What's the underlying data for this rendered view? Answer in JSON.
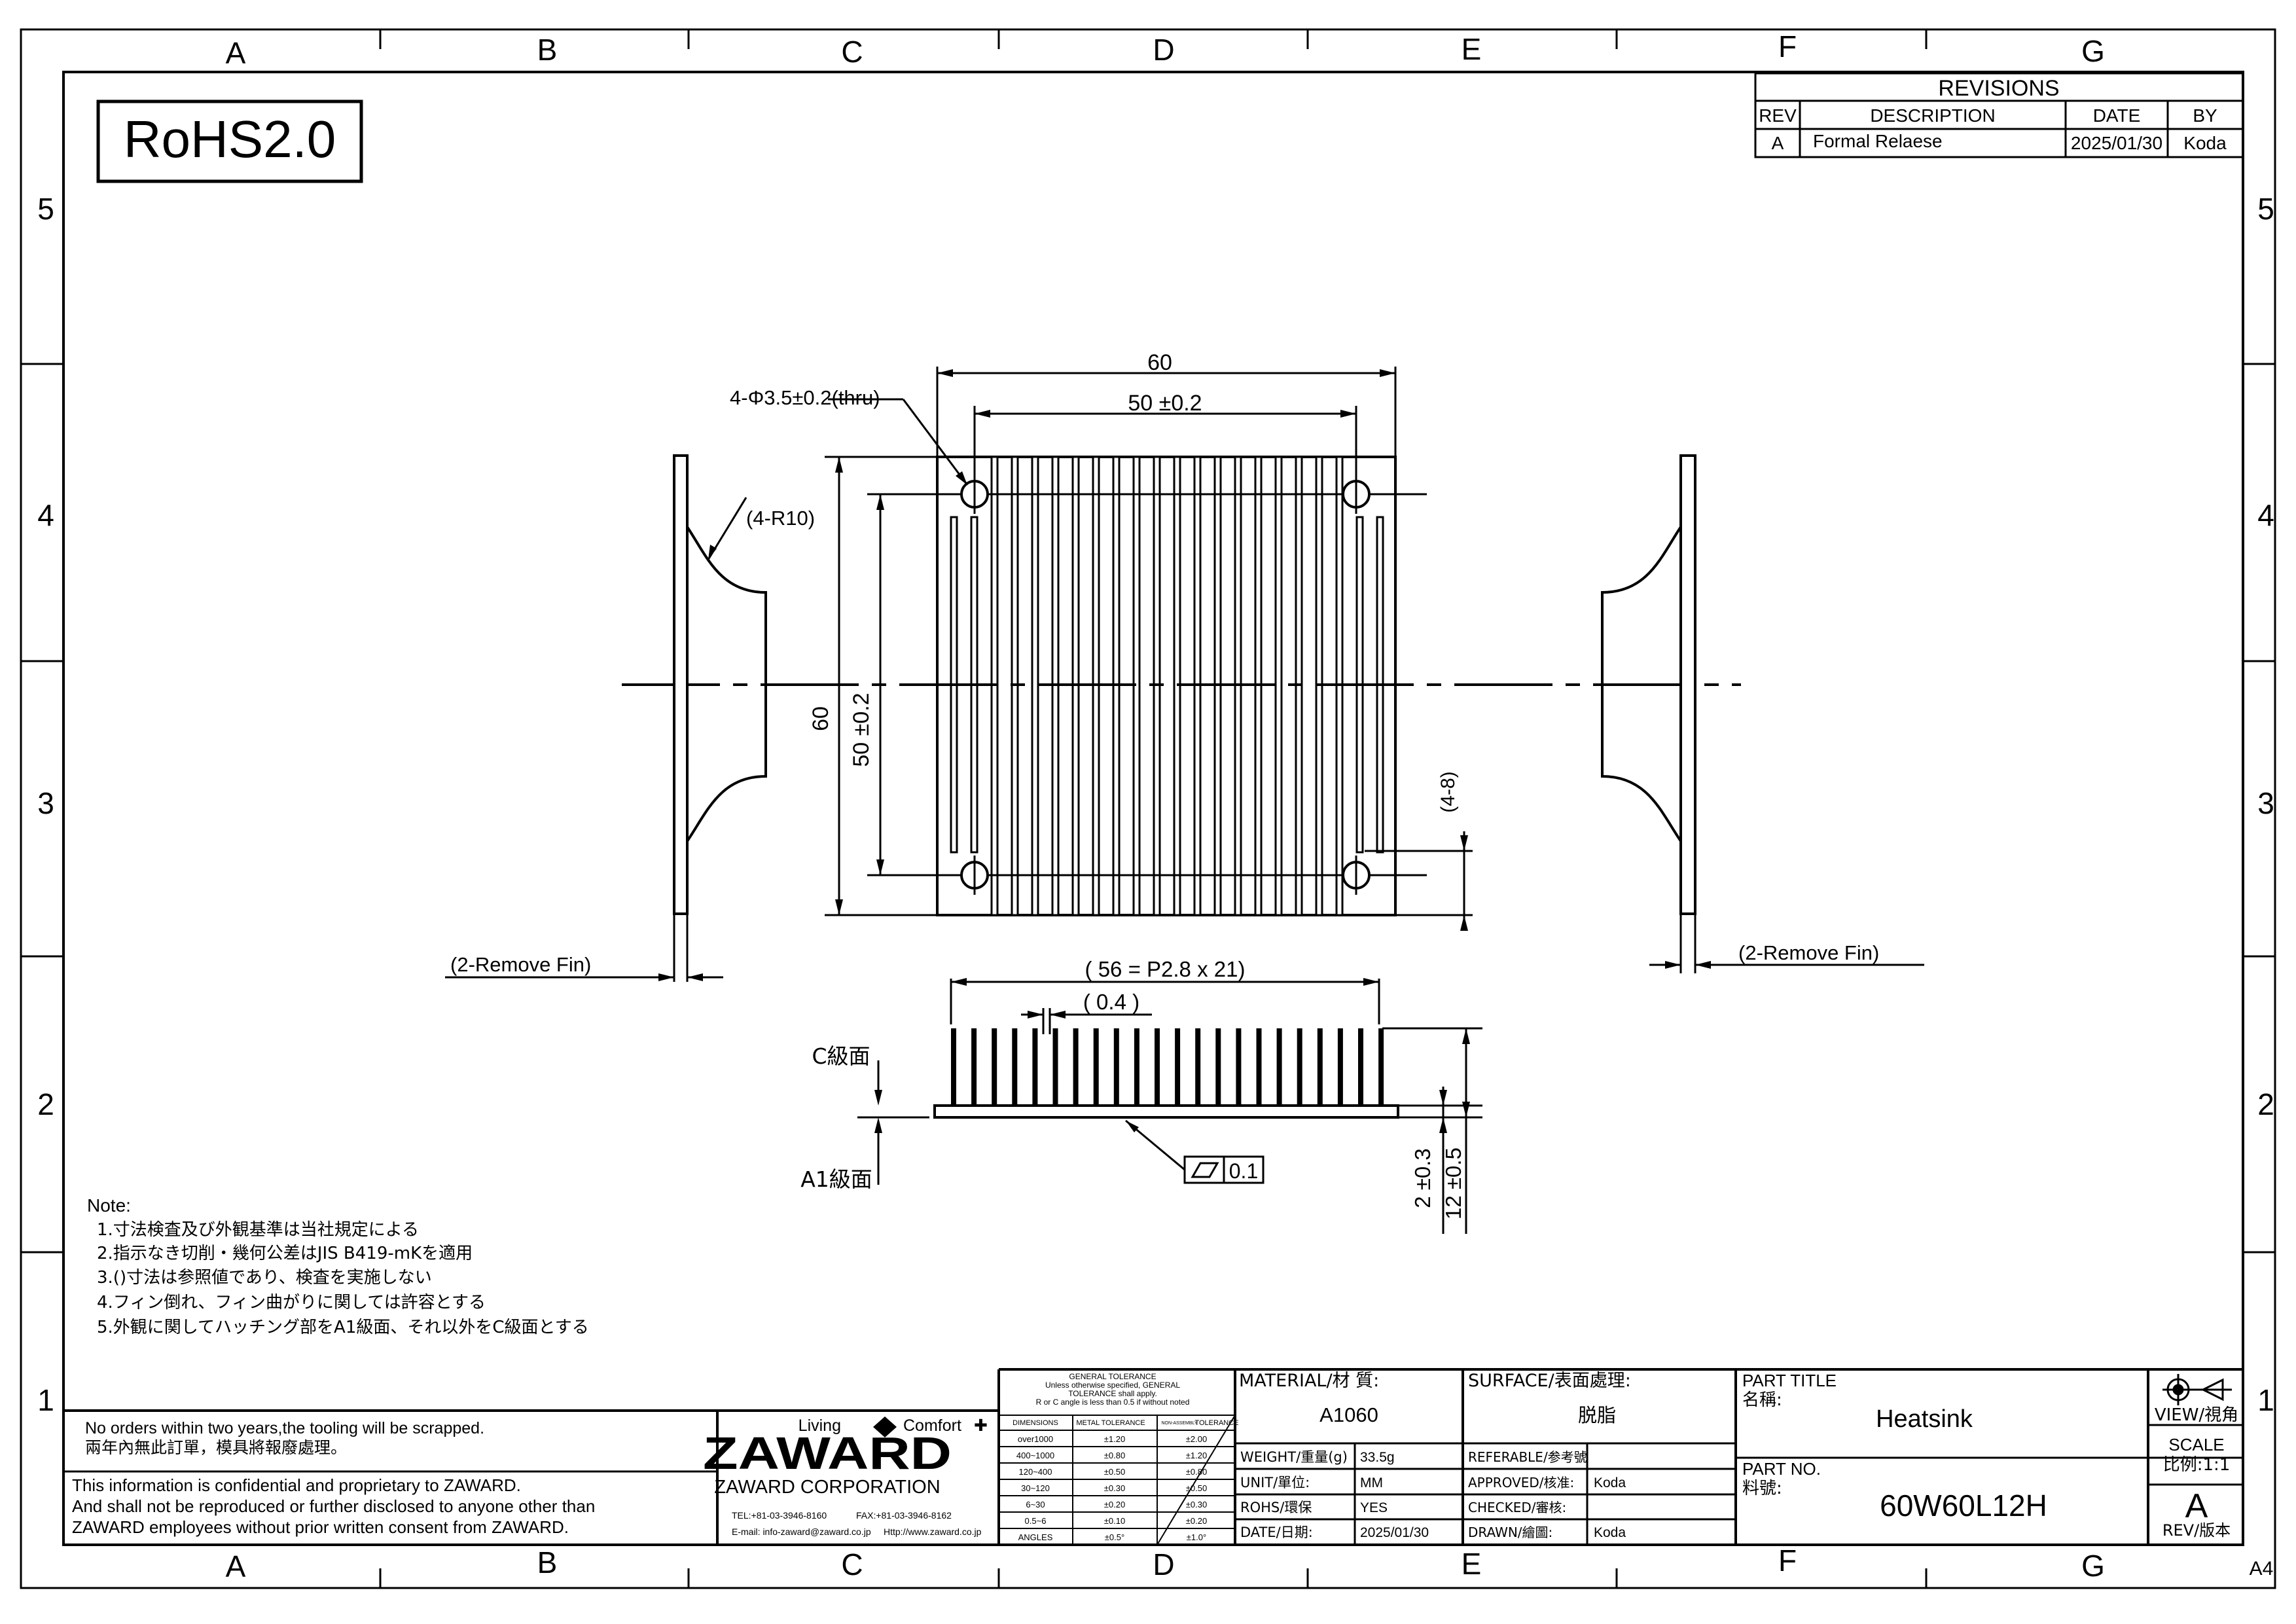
{
  "sheet": {
    "zone_columns": [
      "A",
      "B",
      "C",
      "D",
      "E",
      "F",
      "G"
    ],
    "zone_rows": [
      "5",
      "4",
      "3",
      "2",
      "1"
    ],
    "size_label": "A4"
  },
  "badge": {
    "label": "RoHS2.0"
  },
  "revisions": {
    "title": "REVISIONS",
    "headers": [
      "REV",
      "DESCRIPTION",
      "DATE",
      "BY"
    ],
    "rows": [
      {
        "rev": "A",
        "description": "Formal Relaese",
        "date": "2025/01/30",
        "by": "Koda"
      }
    ]
  },
  "dimensions": {
    "hole_callout": "4-Φ3.5±0.2(thru)",
    "overall_width": "60",
    "hole_pitch_x": "50 ±0.2",
    "overall_height": "60",
    "hole_pitch_y": "50 ±0.2",
    "fillet": "(4-R10)",
    "fin_gap": "(4-8)",
    "remove_fin_left": "(2-Remove Fin)",
    "remove_fin_right": "(2-Remove Fin)",
    "fin_span": "( 56  = P2.8 x 21)",
    "fin_thickness": "( 0.4 )",
    "surface_c": "C級面",
    "surface_a1": "A1級面",
    "flatness_value": "0.1",
    "base_thickness": "2 ±0.3",
    "total_height": "12 ±0.5"
  },
  "notes": {
    "title": "Note:",
    "items": [
      "1.寸法検査及び外観基準は当社規定による",
      "2.指示なき切削・幾何公差はJIS B419-mKを適用",
      "3.()寸法は参照値であり、検査を実施しない",
      "4.フィン倒れ、フィン曲がりに関しては許容とする",
      "5.外観に関してハッチング部をA1級面、それ以外をC級面とする"
    ]
  },
  "legal": {
    "tooling_en": "No orders within two years,the tooling will be scrapped.",
    "tooling_zh": "兩年內無此訂單，模具將報廢處理。",
    "confidential": [
      "This information is confidential and proprietary to ZAWARD.",
      "And shall not be reproduced or further disclosed to anyone other than",
      "ZAWARD employees without prior written consent from ZAWARD."
    ]
  },
  "company": {
    "tagline_left": "Living",
    "tagline_right": "Comfort",
    "logo": "ZAWARD",
    "name": "ZAWARD CORPORATION",
    "tel": "TEL:+81-03-3946-8160",
    "fax": "FAX:+81-03-3946-8162",
    "email": "E-mail: info-zaward@zaward.co.jp",
    "web": "Http://www.zaward.co.jp"
  },
  "tolerance": {
    "title_lines": [
      "GENERAL TOLERANCE",
      "Unless otherwise specified, GENERAL",
      "TOLERANCE shall apply.",
      "R or C angle is less than 0.5 if without noted"
    ],
    "headers": [
      "DIMENSIONS",
      "METAL TOLERANCE",
      "NON-ASSEMBLY",
      "TOLERANCE"
    ],
    "rows": [
      {
        "range": "over1000",
        "metal": "±1.20",
        "other": "±2.00"
      },
      {
        "range": "400~1000",
        "metal": "±0.80",
        "other": "±1.20"
      },
      {
        "range": "120~400",
        "metal": "±0.50",
        "other": "±0.80"
      },
      {
        "range": "30~120",
        "metal": "±0.30",
        "other": "±0.50"
      },
      {
        "range": "6~30",
        "metal": "±0.20",
        "other": "±0.30"
      },
      {
        "range": "0.5~6",
        "metal": "±0.10",
        "other": "±0.20"
      },
      {
        "range": "ANGLES",
        "metal": "±0.5°",
        "other": "±1.0°"
      }
    ]
  },
  "title_block": {
    "material_label": "MATERIAL/材 質:",
    "material": "A1060",
    "surface_label": "SURFACE/表面處理:",
    "surface": "脱脂",
    "weight_label": "WEIGHT/重量(g)",
    "weight": "33.5g",
    "unit_label": "UNIT/單位:",
    "unit": "MM",
    "rohs_label": "ROHS/環保",
    "rohs": "YES",
    "date_label": "DATE/日期:",
    "date": "2025/01/30",
    "referable_label": "REFERABLE/参考號",
    "referable": "",
    "approved_label": "APPROVED/核准:",
    "approved": "Koda",
    "checked_label": "CHECKED/審核:",
    "checked": "",
    "drawn_label": "DRAWN/繪圖:",
    "drawn": "Koda",
    "part_title_label": "PART TITLE",
    "part_title_label_zh": "名稱:",
    "part_title": "Heatsink",
    "part_no_label": "PART NO.",
    "part_no_label_zh": "料號:",
    "part_no": "60W60L12H",
    "view_label": "VIEW/視角",
    "scale_label": "SCALE",
    "scale": "比例:1:1",
    "rev": "A",
    "rev_label": "REV/版本"
  }
}
